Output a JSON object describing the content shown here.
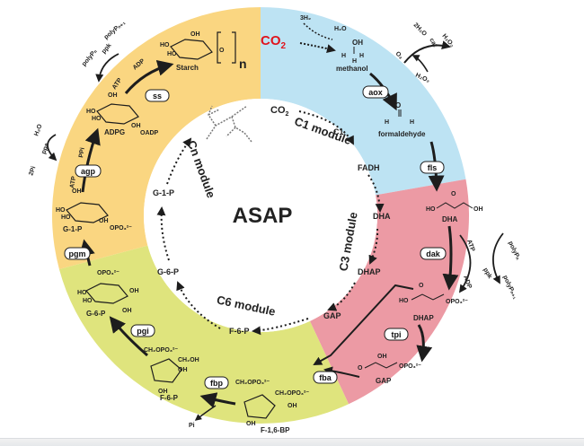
{
  "title": "ASAP",
  "colors": {
    "segment_c1": "#bde3f3",
    "segment_c3": "#ec9aa4",
    "segment_c6": "#dfe47d",
    "segment_cn": "#fad681",
    "co2_highlight": "#e0141c",
    "ink": "#1d1d1d"
  },
  "modules": {
    "c1": "C1 module",
    "c3": "C3 module",
    "c6": "C6 module",
    "cn": "Cn module"
  },
  "inner_metabolites": {
    "co2": "CO",
    "co2_sub": "2",
    "c1": "C1",
    "fadh": "FADH",
    "dha": "DHA",
    "dhap": "DHAP",
    "gap": "GAP",
    "f6p": "F-6-P",
    "g6p": "G-6-P",
    "g1p": "G-1-P"
  },
  "enzymes": [
    "aox",
    "fls",
    "dak",
    "tpi",
    "fba",
    "fbp",
    "pgi",
    "pgm",
    "agp",
    "ss"
  ],
  "outer_labels": {
    "co2": "CO",
    "co2_sub": "2",
    "h2": "3H₂",
    "h2o_top": "H₂O",
    "methanol": "methanol",
    "o2": "O₂",
    "h2o2": "H₂O₂",
    "h2o2_b": "H₂O₂",
    "h2o_right": "2H₂O",
    "cat": "cat",
    "formaldehyde": "formaldehyde",
    "dha": "DHA",
    "dhap": "DHAP",
    "atp": "ATP",
    "adp": "ADP",
    "ppk": "ppk",
    "polyp_n": "polyPₙ",
    "polyp_n1": "polyPₙ₊₁",
    "gap": "GAP",
    "f16bp": "F-1,6-BP",
    "f6p": "F-6-P",
    "pi": "Pi",
    "g6p": "G-6-P",
    "g1p": "G-1-P",
    "ppi": "PPi",
    "two_pi": "2Pi",
    "ppa": "ppa",
    "h2o_left": "H₂O",
    "adpg": "ADPG",
    "oadp": "OADP",
    "starch": "Starch",
    "n": "n",
    "ho": "HO",
    "oh": "OH",
    "h": "H",
    "o": "O",
    "opo3": "OPO₃²⁻",
    "ch2opo3": "CH₂OPO₃²⁻",
    "ch2oh": "CH₂OH"
  }
}
